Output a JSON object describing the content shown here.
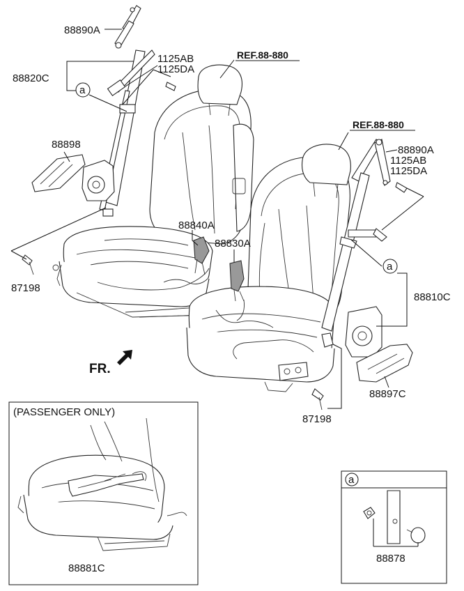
{
  "labels": {
    "belt_upper_anchor_left": "88890A",
    "front_belt_driver": "88820C",
    "bolt_ab_left": "1125AB",
    "bolt_da_left": "1125DA",
    "callout_left": "a",
    "cover_left": "88898",
    "bolt_left": "87198",
    "ref_left": "REF.88-880",
    "buckle_driver": "88840A",
    "buckle_passenger": "88830A",
    "ref_right": "REF.88-880",
    "belt_upper_anchor_right": "88890A",
    "bolt_ab_right": "1125AB",
    "bolt_da_right": "1125DA",
    "callout_right": "a",
    "front_belt_passenger": "88810C",
    "cover_right": "88897C",
    "bolt_right": "87198",
    "front_indicator": "FR.",
    "inset_title": "(PASSENGER ONLY)",
    "sensor_mat": "88881C",
    "detail_callout": "a",
    "detail_part": "88878"
  }
}
